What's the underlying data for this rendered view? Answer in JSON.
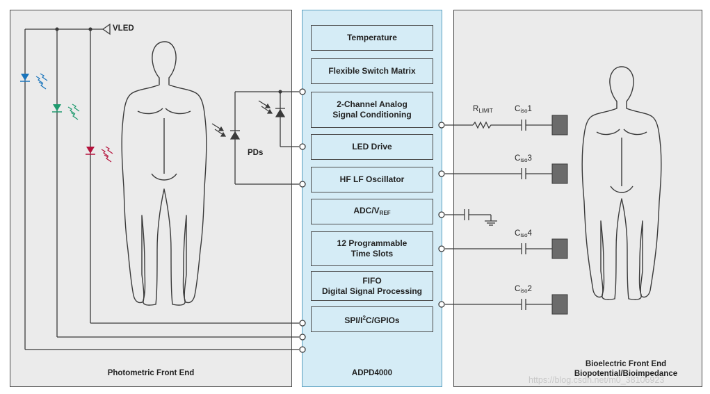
{
  "panels": {
    "left_title": "Photometric Front End",
    "center_title": "ADPD4000",
    "right_title_line1": "Bioelectric Front End",
    "right_title_line2": "Biopotential/Bioimpedance"
  },
  "blocks": [
    {
      "line1": "Temperature",
      "line2": ""
    },
    {
      "line1": "Flexible Switch Matrix",
      "line2": ""
    },
    {
      "line1": "2-Channel Analog",
      "line2": "Signal Conditioning"
    },
    {
      "line1": "LED Drive",
      "line2": ""
    },
    {
      "line1": "HF LF Oscillator",
      "line2": ""
    },
    {
      "line1": "ADC/V",
      "line2": ""
    },
    {
      "line1": "12 Programmable",
      "line2": "Time Slots"
    },
    {
      "line1": "FIFO",
      "line2": "Digital Signal Processing"
    },
    {
      "line1": "SPI/I",
      "line2": ""
    }
  ],
  "adc_sub": "REF",
  "spi_sup": "2",
  "spi_rest": "C/GPIOs",
  "labels": {
    "vled": "VLED",
    "pds": "PDs",
    "r_main": "R",
    "r_sub": "LIMIT",
    "c_main": "C",
    "c_sub": "iso",
    "c1_num": "1",
    "c3_num": "3",
    "c4_num": "4",
    "c2_num": "2"
  },
  "colors": {
    "led_blue": "#1a75bc",
    "led_green": "#1e9a6e",
    "led_red": "#b5123c",
    "chip_fill": "#d5ecf6",
    "panel_fill": "#ebebeb",
    "electrode": "#6b6b6b"
  },
  "watermark": "https://blog.csdn.net/m0_38106923"
}
